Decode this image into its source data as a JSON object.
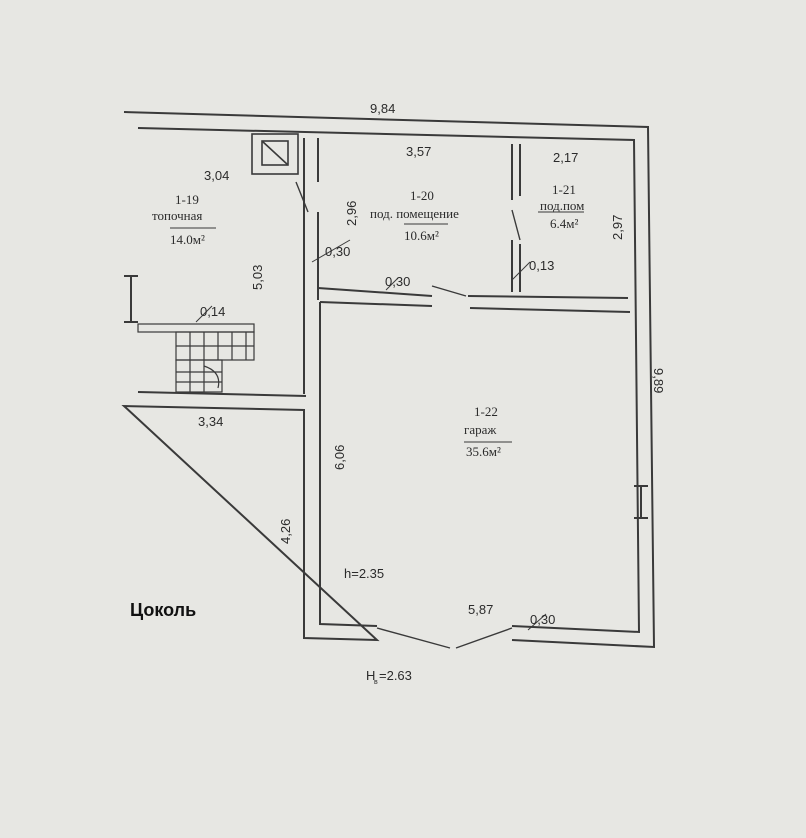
{
  "floor_title": "Цоколь",
  "colors": {
    "wall": "#4a4a4a",
    "paper": "#e7e7e3",
    "text": "#2b2b2b"
  },
  "dimensions": {
    "total_width": "9,84",
    "total_depth": "9,89",
    "room19_width": "3,04",
    "room19_depth": "5,03",
    "room20_width": "3,57",
    "room20_depth": "2,96",
    "room21_width": "2,17",
    "room21_depth": "2,97",
    "wall_19_20": "0,30",
    "wall_20_22": "0,30",
    "wall_20_21": "0,13",
    "stair_wall": "0,14",
    "room19_bottom": "3,34",
    "left_lower": "4,26",
    "garage_depth": "6,06",
    "garage_width": "5,87",
    "outer_wall": "0,30"
  },
  "rooms": [
    {
      "id": "1-19",
      "name": "топочная",
      "area": "14.0м²"
    },
    {
      "id": "1-20",
      "name": "под. помещение",
      "area": "10.6м²"
    },
    {
      "id": "1-21",
      "name": "под.пом",
      "area": "6.4м²"
    },
    {
      "id": "1-22",
      "name": "гараж",
      "area": "35.6м²"
    }
  ],
  "heights": {
    "inner": "h=2.35",
    "outer": "H =2.63",
    "outer_sub": "в"
  }
}
